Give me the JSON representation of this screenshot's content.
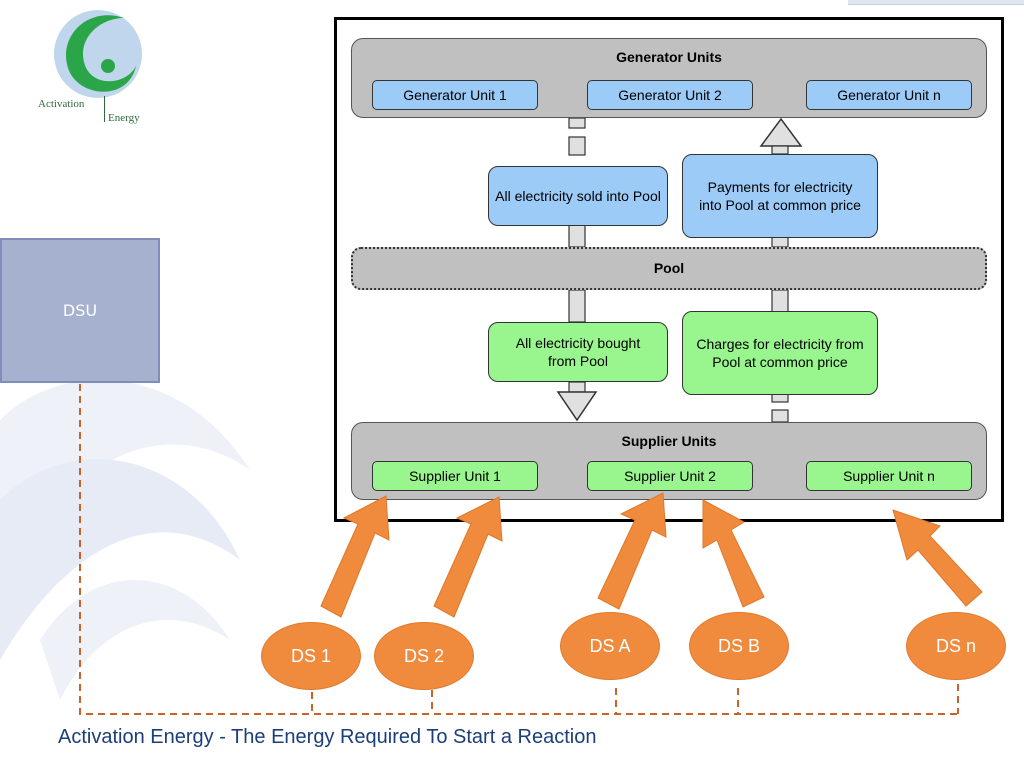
{
  "logo": {
    "name_line1": "Activation",
    "name_line2": "Energy"
  },
  "dsu": {
    "label": "DSU"
  },
  "diagram": {
    "generator_units": {
      "title": "Generator Units",
      "units": [
        "Generator Unit 1",
        "Generator Unit 2",
        "Generator Unit n"
      ]
    },
    "flows_top": {
      "left": "All electricity sold into Pool",
      "right": "Payments for electricity into Pool at common price"
    },
    "pool": {
      "label": "Pool"
    },
    "flows_bottom": {
      "left": "All electricity bought from Pool",
      "right": "Charges for electricity from Pool at common price"
    },
    "supplier_units": {
      "title": "Supplier Units",
      "units": [
        "Supplier Unit 1",
        "Supplier Unit 2",
        "Supplier Unit n"
      ]
    }
  },
  "demand_sites": [
    "DS 1",
    "DS 2",
    "DS A",
    "DS B",
    "DS n"
  ],
  "colors": {
    "generator_box": "#9ccbf7",
    "supplier_box": "#99f58d",
    "bar_grey": "#c0c0c0",
    "demand_site": "#f08a3c",
    "dsu": "#a6b0cf",
    "connector_dashed": "#c8642a"
  },
  "footer": {
    "text": "Activation Energy - The Energy Required To Start a Reaction"
  }
}
